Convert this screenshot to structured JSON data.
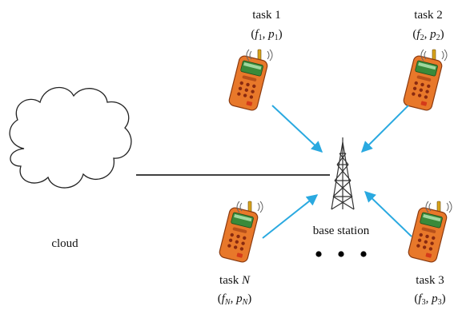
{
  "diagram": {
    "cloud_label": "cloud",
    "base_station_label": "base station",
    "tasks": [
      {
        "id": "task1",
        "task_word": "task",
        "index": "1",
        "f_sub": "1",
        "p_sub": "1"
      },
      {
        "id": "task2",
        "task_word": "task",
        "index": "2",
        "f_sub": "2",
        "p_sub": "2"
      },
      {
        "id": "taskN",
        "task_word": "task",
        "index": "N",
        "f_sub": "N",
        "p_sub": "N"
      },
      {
        "id": "task3",
        "task_word": "task",
        "index": "3",
        "f_sub": "3",
        "p_sub": "3"
      }
    ],
    "symbol_f": "f",
    "symbol_p": "p",
    "ellipsis_dots": 3
  },
  "colors": {
    "arrow": "#2aa9e0",
    "link_line": "#000000",
    "cloud_stroke": "#222222",
    "phone_body": "#e8782a",
    "phone_dark": "#b8501a",
    "phone_screen": "#3a8a3a",
    "tower": "#333333"
  },
  "icons": [
    "cloud-icon",
    "phone-icon",
    "antenna-tower-icon",
    "wireless-signal-icon"
  ]
}
